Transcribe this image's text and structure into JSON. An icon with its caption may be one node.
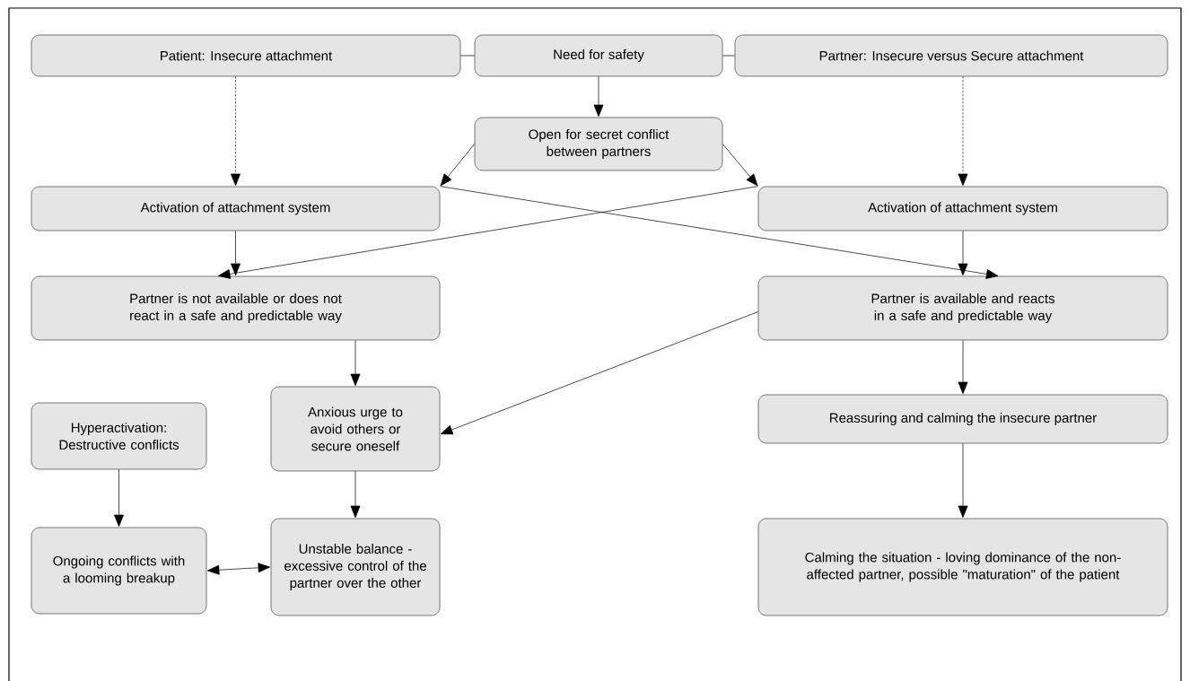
{
  "diagram": {
    "nodes": [
      {
        "text": [
          "Patient: Insecure attachment"
        ]
      },
      {
        "text": [
          "Need for safety"
        ]
      },
      {
        "text": [
          "Partner: Insecure versus Secure attachment"
        ]
      },
      {
        "text": [
          "Open for secret conflict between partners"
        ]
      },
      {
        "text": [
          "Activation of attachment system"
        ]
      },
      {
        "text": [
          "Activation of attachment system"
        ]
      },
      {
        "text": [
          "Partner is not available or does not react in a safe and predictable way"
        ]
      },
      {
        "text": [
          "Partner is available and reacts in a safe and predictable way"
        ]
      },
      {
        "text": [
          "Hyperactivation: Destructive conflicts"
        ]
      },
      {
        "text": [
          "Anxious urge to avoid others or secure oneself"
        ]
      },
      {
        "text": [
          "Reassuring and calming the insecure partner"
        ]
      },
      {
        "text": [
          "Ongoing conflicts with a looming breakup"
        ]
      },
      {
        "text": [
          "Unstable balance - excessive control of the partner over the other"
        ]
      },
      {
        "text": [
          "Calming the situation - loving dominance of the non-affected partner, possible \"maturation\" of the patient"
        ]
      }
    ],
    "edges": [
      {
        "from": 0,
        "to": 1,
        "arrow": "none"
      },
      {
        "from": 1,
        "to": 2,
        "arrow": "none"
      },
      {
        "from": 1,
        "to": 3,
        "arrow": "to"
      },
      {
        "from": 0,
        "to": 4,
        "arrow": "to",
        "style": "dashed"
      },
      {
        "from": 2,
        "to": 5,
        "arrow": "to",
        "style": "dashed"
      },
      {
        "from": 3,
        "to": 4,
        "arrow": "to"
      },
      {
        "from": 3,
        "to": 5,
        "arrow": "to"
      },
      {
        "from": 4,
        "to": 6,
        "arrow": "to"
      },
      {
        "from": 4,
        "to": 7,
        "arrow": "to"
      },
      {
        "from": 5,
        "to": 6,
        "arrow": "to"
      },
      {
        "from": 5,
        "to": 7,
        "arrow": "to"
      },
      {
        "from": 6,
        "to": 9,
        "arrow": "to"
      },
      {
        "from": 7,
        "to": 9,
        "arrow": "to"
      },
      {
        "from": 7,
        "to": 10,
        "arrow": "to"
      },
      {
        "from": 9,
        "to": 12,
        "arrow": "to"
      },
      {
        "from": 8,
        "to": 11,
        "arrow": "to"
      },
      {
        "from": 11,
        "to": 12,
        "arrow": "both"
      },
      {
        "from": 10,
        "to": 13,
        "arrow": "to"
      }
    ]
  }
}
